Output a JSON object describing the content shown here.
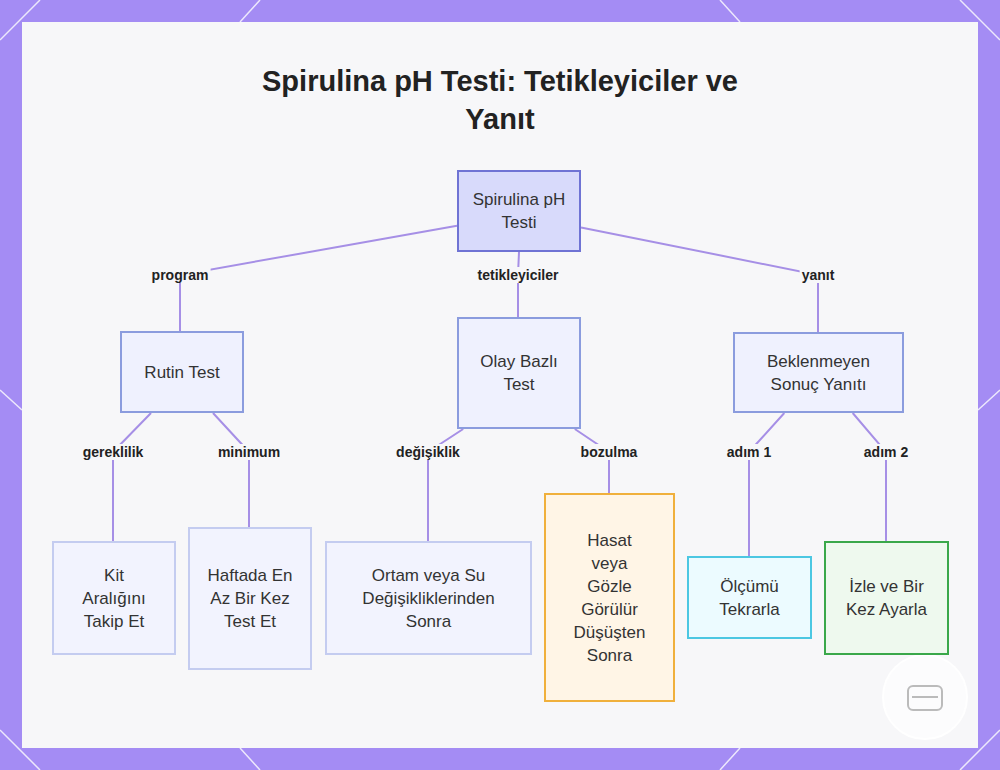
{
  "diagram": {
    "title": "Spirulina pH Testi: Tetikleyiciler ve Yanıt",
    "nodes": [
      {
        "text": [
          "Spirulina pH Testi"
        ]
      },
      {
        "text": [
          "Rutin Test"
        ]
      },
      {
        "text": [
          "Olay Bazlı Test"
        ]
      },
      {
        "text": [
          "Beklenmeyen Sonuç Yanıtı"
        ]
      },
      {
        "text": [
          "Kit Aralığını Takip Et"
        ]
      },
      {
        "text": [
          "Haftada En Az Bir Kez Test Et"
        ]
      },
      {
        "text": [
          "Ortam veya Su Değişikliklerinden Sonra"
        ]
      },
      {
        "text": [
          "Hasat veya Gözle Görülür Düşüşten Sonra"
        ]
      },
      {
        "text": [
          "Ölçümü Tekrarla"
        ]
      },
      {
        "text": [
          "İzle ve Bir Kez Ayarla"
        ]
      }
    ],
    "edges": [
      {
        "from": 0,
        "to": 1,
        "label": "program",
        "arrow": "none"
      },
      {
        "from": 0,
        "to": 2,
        "label": "tetikleyiciler",
        "arrow": "none"
      },
      {
        "from": 0,
        "to": 3,
        "label": "yanıt",
        "arrow": "none"
      },
      {
        "from": 1,
        "to": 4,
        "label": "gereklilik",
        "arrow": "none"
      },
      {
        "from": 1,
        "to": 5,
        "label": "minimum",
        "arrow": "none"
      },
      {
        "from": 2,
        "to": 6,
        "label": "değişiklik",
        "arrow": "none"
      },
      {
        "from": 2,
        "to": 7,
        "label": "bozulma",
        "arrow": "none"
      },
      {
        "from": 3,
        "to": 8,
        "label": "adım 1",
        "arrow": "none"
      },
      {
        "from": 3,
        "to": 9,
        "label": "adım 2",
        "arrow": "none"
      }
    ]
  }
}
